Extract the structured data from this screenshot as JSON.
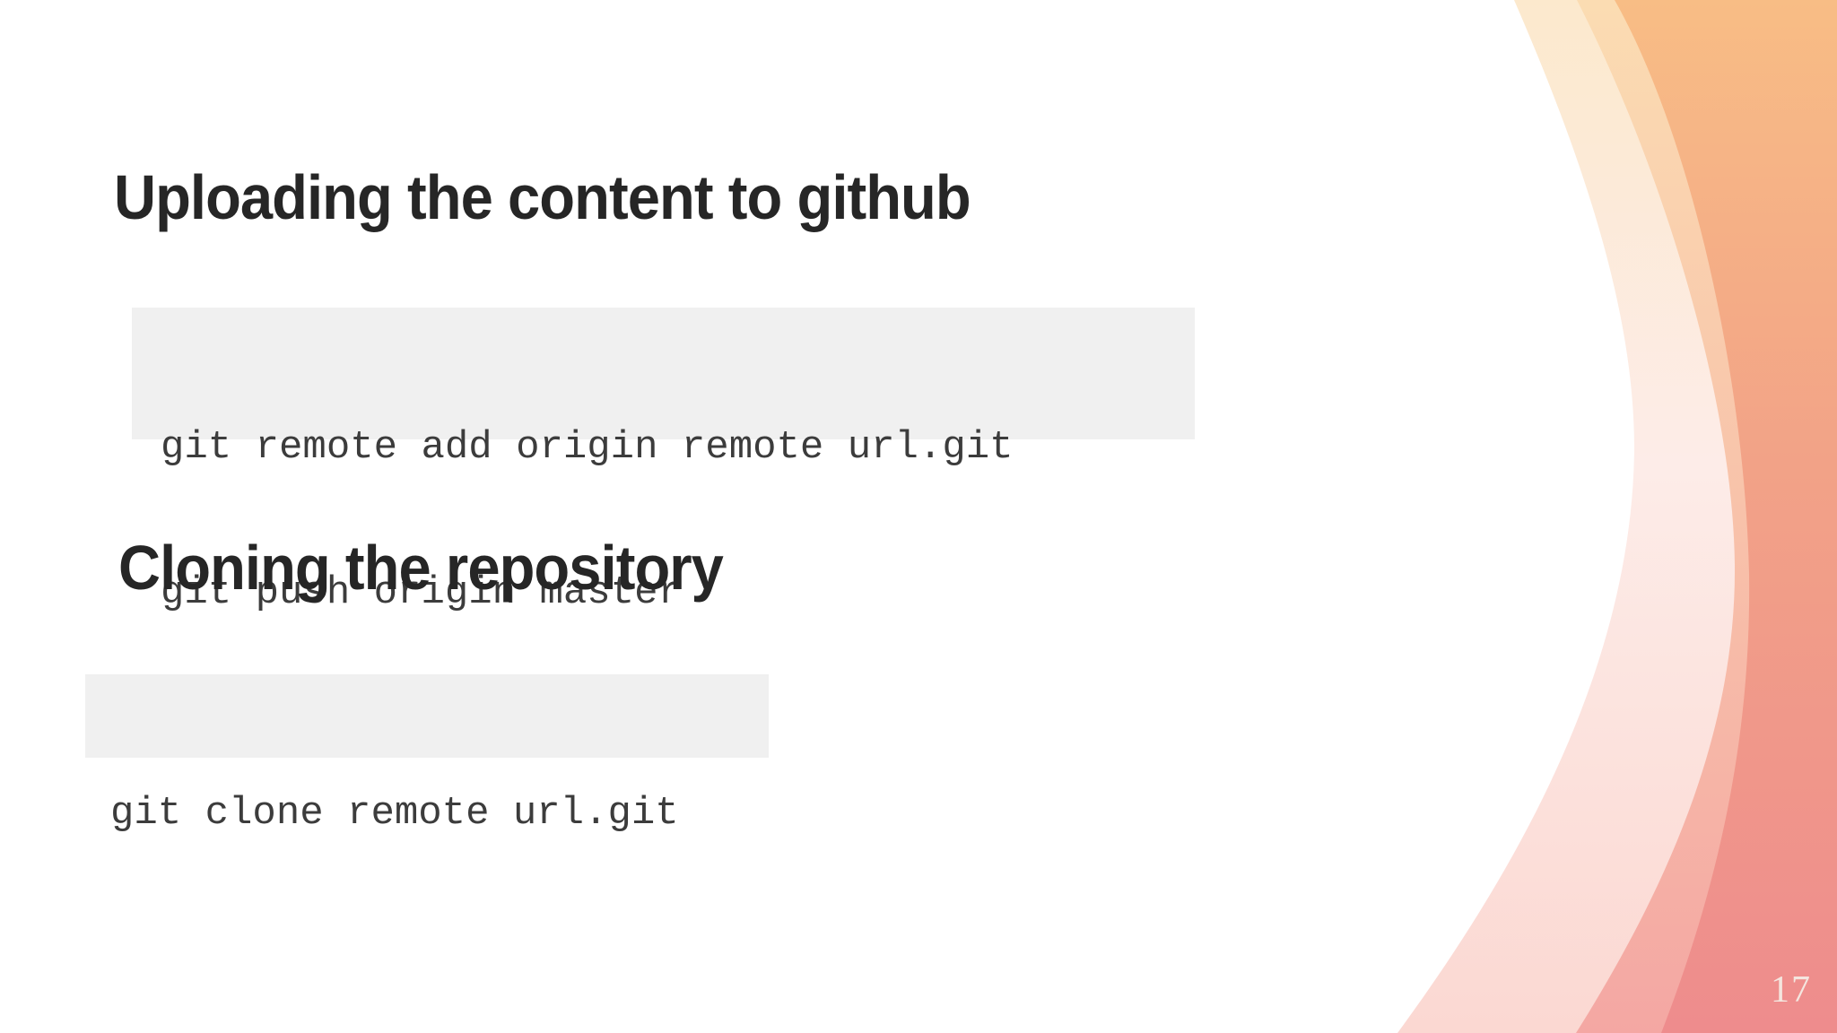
{
  "slide": {
    "title": "Uploading the content to github",
    "subtitle": "Cloning the repository",
    "page_number": "17"
  },
  "code_blocks": [
    {
      "lines": [
        "git remote add origin remote url.git",
        "git push origin master"
      ]
    },
    {
      "lines": [
        "git clone remote url.git"
      ]
    }
  ],
  "colors": {
    "heading_text": "#262626",
    "code_text": "#3c3c3c",
    "code_background": "#f0f0f0",
    "page_number_text": "#f4e6df",
    "band_outer_top": "#fce9cd",
    "band_outer_mid": "#fdece8",
    "band_outer_bottom": "#fbd8d2",
    "band_middle_top": "#fbdcb2",
    "band_middle_mid": "#f8c2aa",
    "band_middle_bottom": "#f4a7a3",
    "band_inner_top": "#f8bd85",
    "band_inner_mid": "#f2a287",
    "band_inner_bottom": "#ee8c8d"
  }
}
